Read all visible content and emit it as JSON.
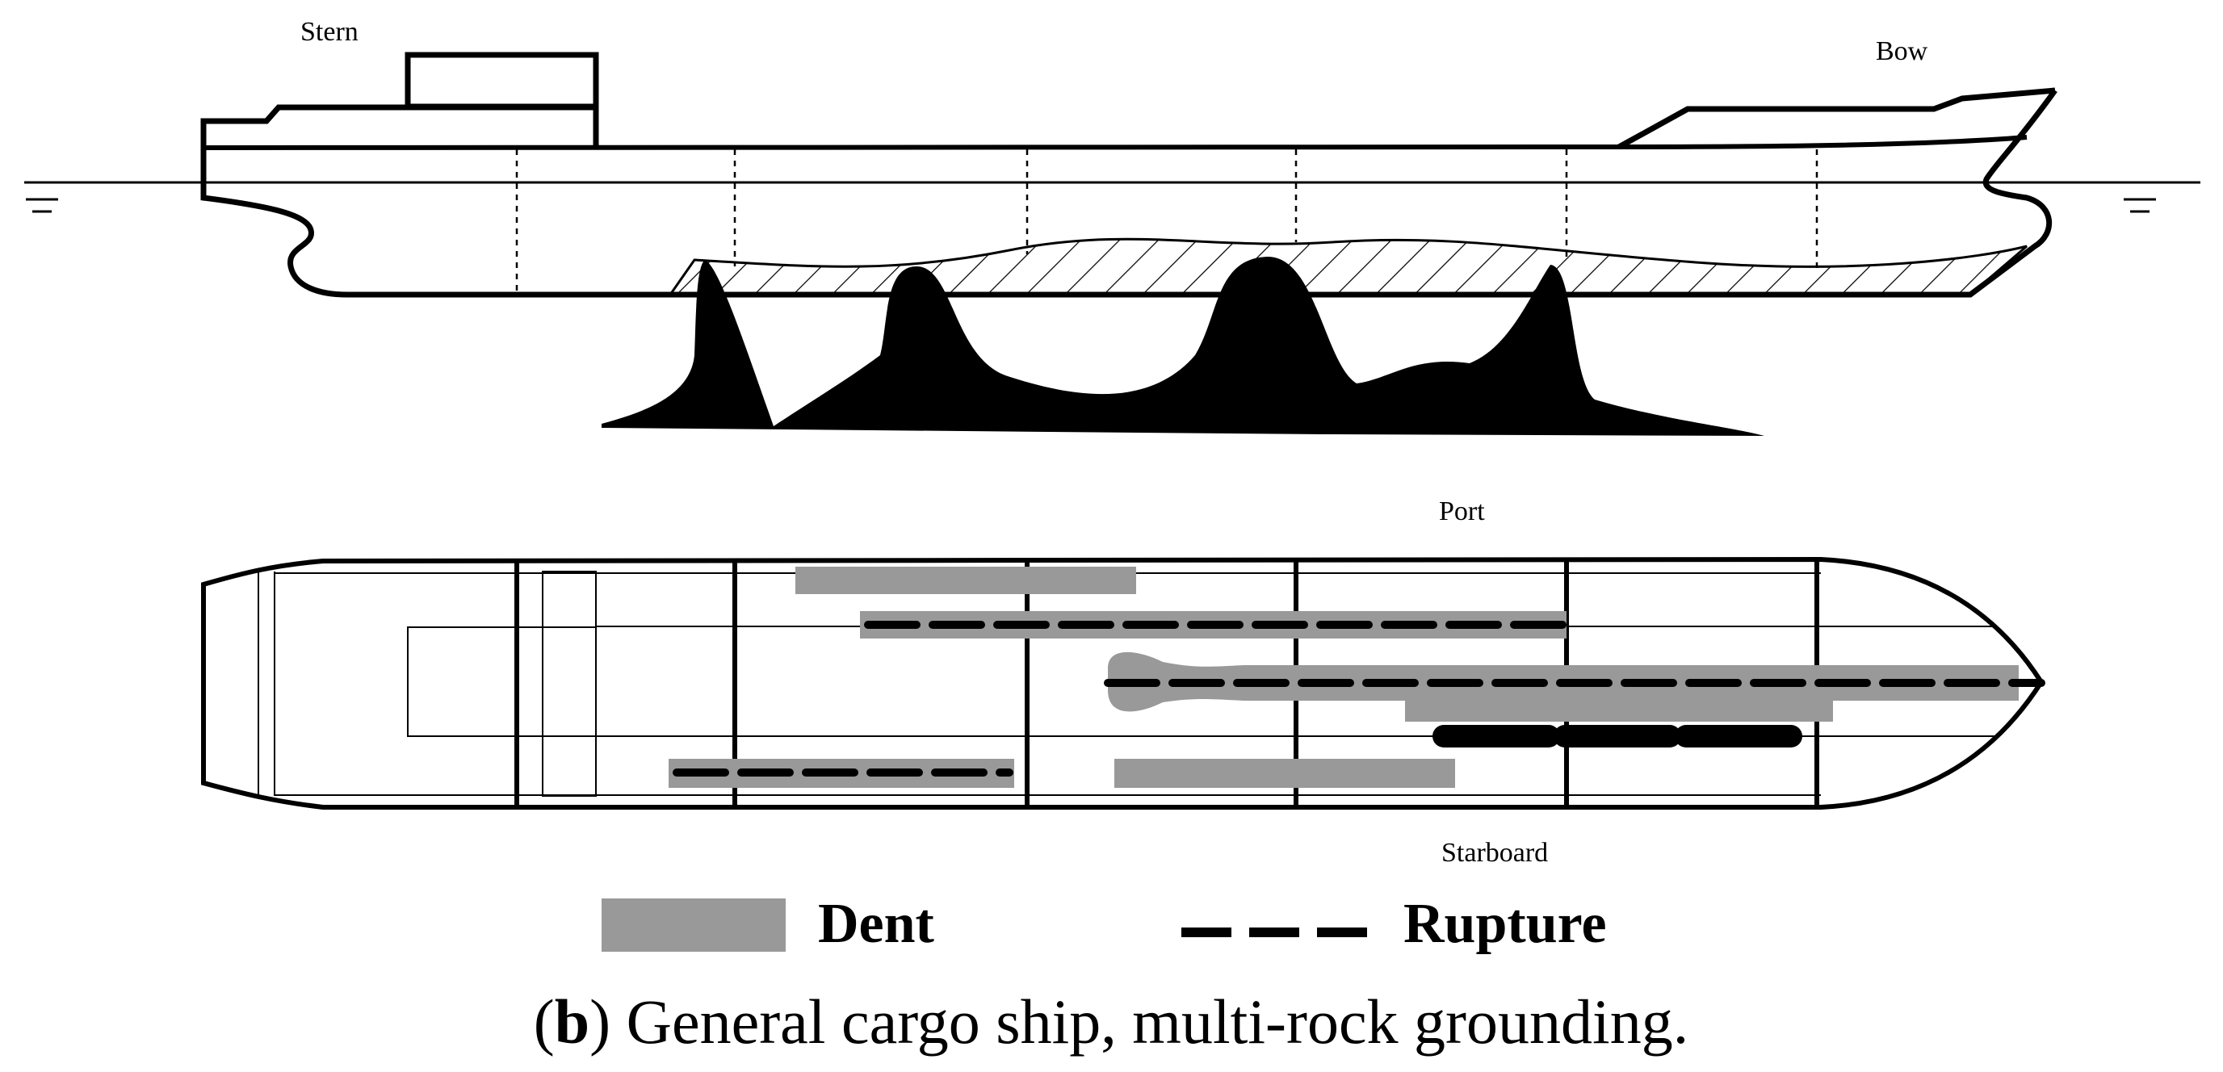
{
  "labels": {
    "stern": "Stern",
    "bow": "Bow",
    "port": "Port",
    "starboard": "Starboard"
  },
  "legend": {
    "dent": "Dent",
    "rupture": "Rupture"
  },
  "caption": {
    "letter": "b",
    "open": "(",
    "close": ")",
    "text": " General cargo ship, multi-rock grounding."
  },
  "colors": {
    "dent": "#999999",
    "rupture": "#000000",
    "hull": "#000000",
    "rock": "#000000"
  }
}
